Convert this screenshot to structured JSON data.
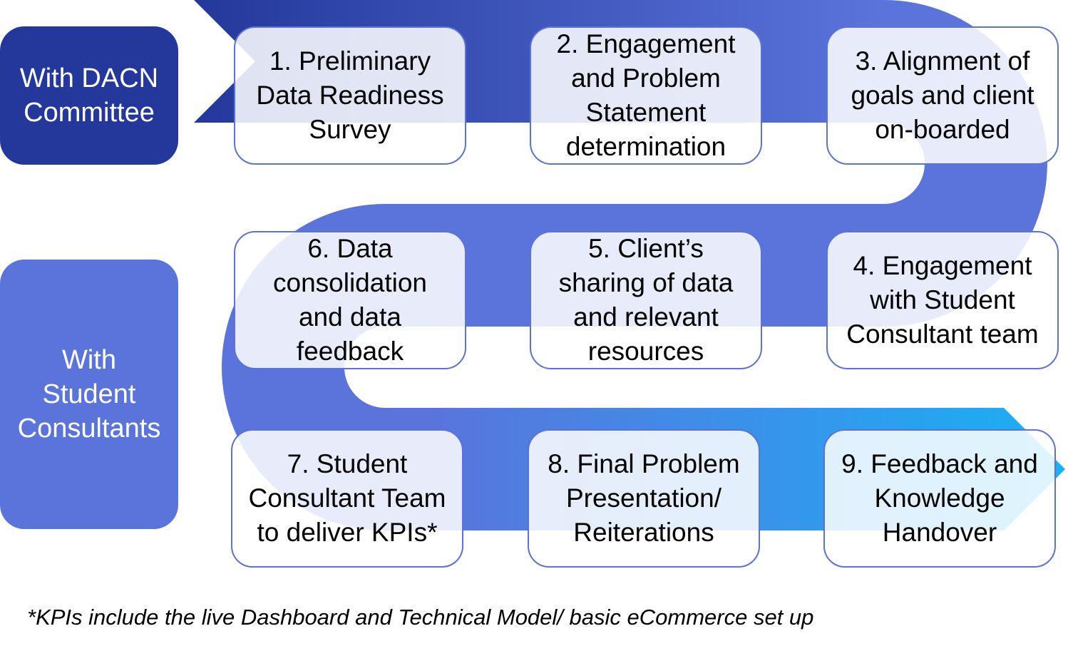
{
  "groups": {
    "dacn": "With DACN\nCommittee",
    "students": "With\nStudent\nConsultants"
  },
  "steps": [
    "1. Preliminary\nData Readiness\nSurvey",
    "2. Engagement\nand Problem\nStatement\ndetermination",
    "3. Alignment of\ngoals and client\non-boarded",
    "4. Engagement\nwith Student\nConsultant team",
    "5. Client’s\nsharing of data\nand relevant\nresources",
    "6. Data\nconsolidation\nand data\nfeedback",
    "7. Student\nConsultant Team\nto deliver KPIs*",
    "8. Final Problem\nPresentation/\nReiterations",
    "9. Feedback and\nKnowledge\nHandover"
  ],
  "footnote": "*KPIs include the live Dashboard and Technical Model/ basic eCommerce set up",
  "colors": {
    "dacn": "#24389b",
    "students": "#5a74dc",
    "flow_start": "#24389b",
    "flow_mid": "#5a74dc",
    "flow_end": "#19b0f4",
    "box_border": "#5b72d6"
  }
}
